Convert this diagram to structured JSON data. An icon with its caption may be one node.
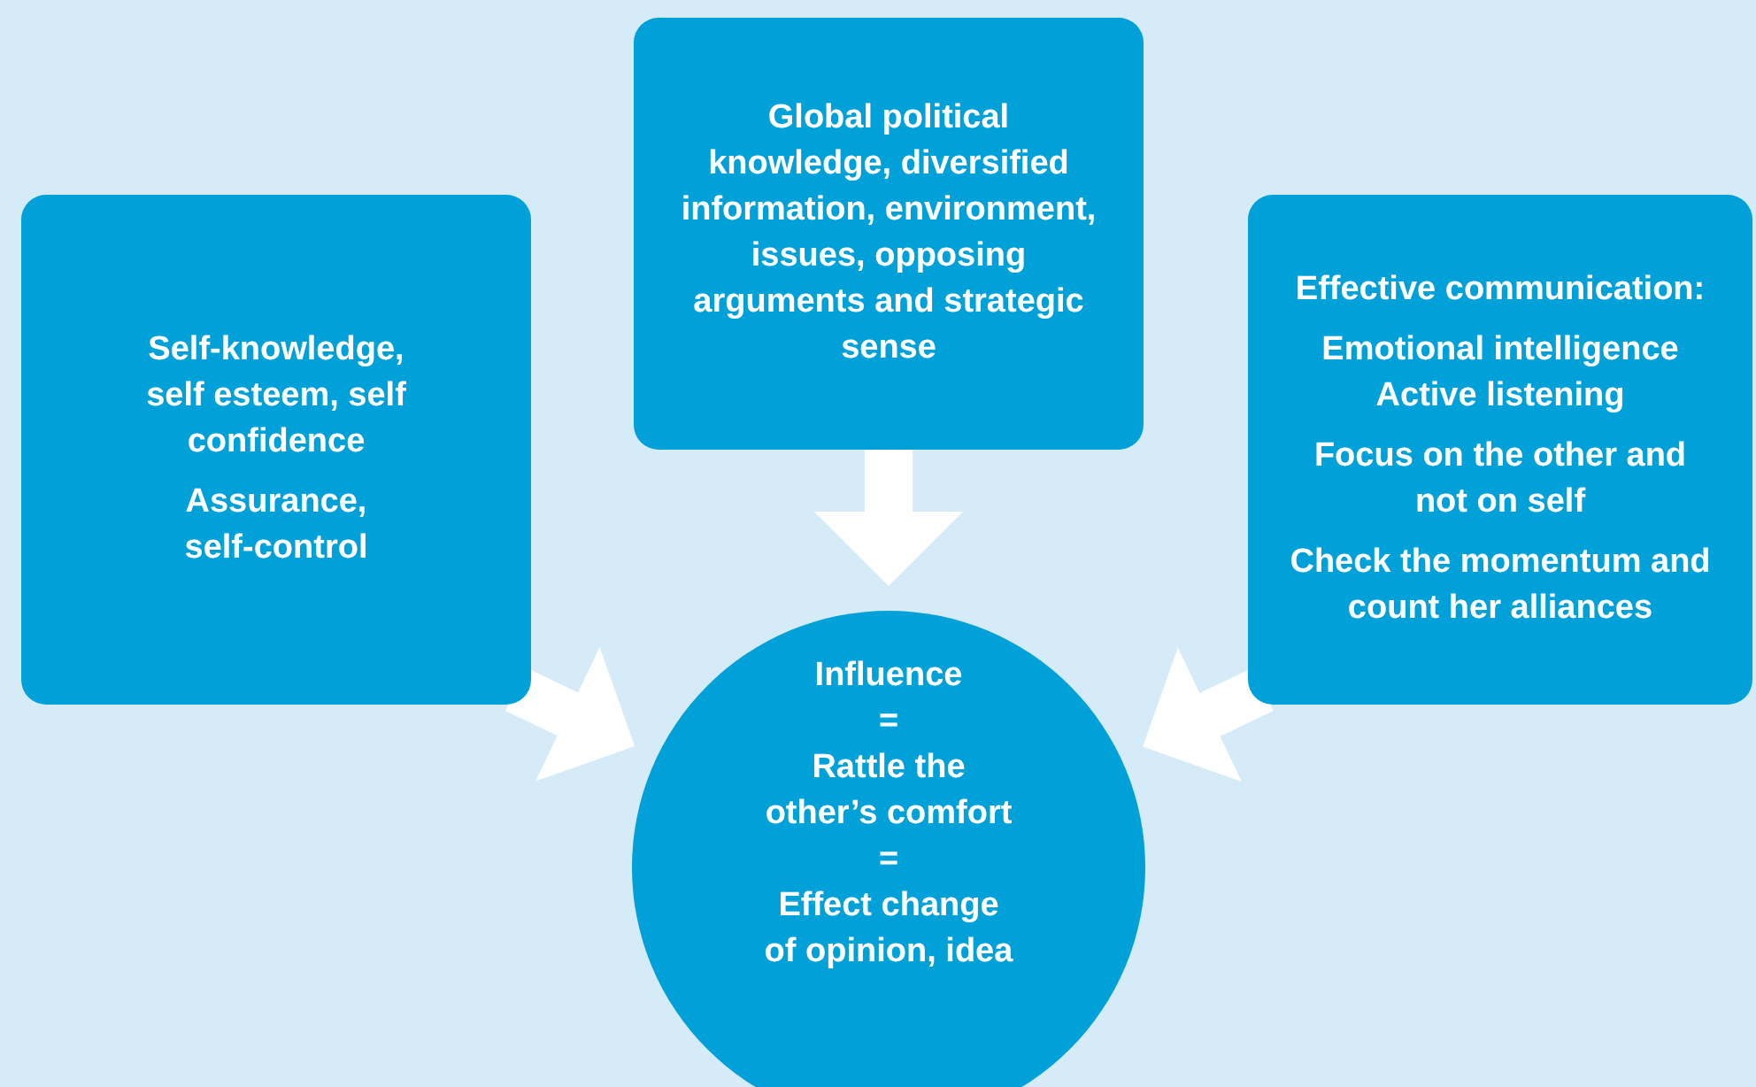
{
  "diagram": {
    "nodes": [
      {
        "text": [
          "Self-knowledge, self esteem, self confidence",
          "Assurance, self-control"
        ]
      },
      {
        "text": [
          "Global political knowledge, diversified information, environment, issues, opposing arguments and strategic sense"
        ]
      },
      {
        "text": [
          "Effective communication:",
          "Emotional intelligence",
          "Active listening",
          "Focus on the other and not on self",
          "Check the momentum and count her alliances"
        ]
      },
      {
        "text": [
          "Influence",
          "=",
          "Rattle the other’s comfort",
          "=",
          "Effect change of opinion, idea"
        ]
      }
    ],
    "edges": [
      {
        "from": 0,
        "to": 3,
        "arrow": "to"
      },
      {
        "from": 1,
        "to": 3,
        "arrow": "to"
      },
      {
        "from": 2,
        "to": 3,
        "arrow": "to"
      }
    ]
  }
}
